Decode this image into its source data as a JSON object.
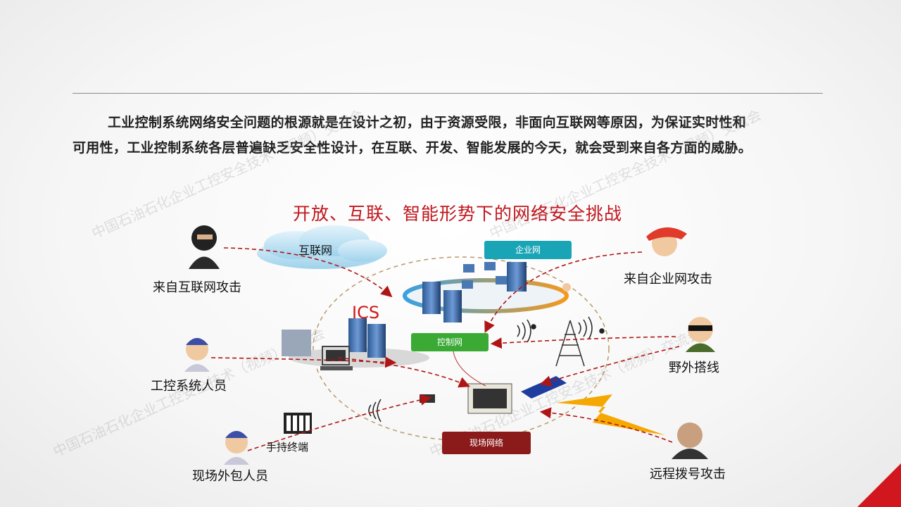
{
  "paragraph": {
    "line1": "工业控制系统网络安全问题的根源就是在设计之初，由于资源受限，非面向互联网等原因，为保证实时性和",
    "line2": "可用性，工业控制系统各层普遍缺乏安全性设计，在互联、开发、智能发展的今天，就会受到来自各方面的威胁。"
  },
  "diagram": {
    "title": "开放、互联、智能形势下的网络安全挑战",
    "cloud_label": "互联网",
    "ics_label": "ICS",
    "tags": {
      "enterprise": "企业网",
      "control": "控制网",
      "field": "现场网络"
    },
    "actors": {
      "internet_attack": "来自互联网攻击",
      "enterprise_attack": "来自企业网攻击",
      "field_wiring": "野外搭线",
      "ics_staff": "工控系统人员",
      "handheld": "手持终端",
      "outsourced": "现场外包人员",
      "remote_dial": "远程拨号攻击"
    }
  },
  "watermark": "中国石油石化企业工控安全技术（视频）交流会",
  "colors": {
    "accent": "#c0161d",
    "enterprise_tag": "#19a5b5",
    "control_tag": "#3aaa35",
    "field_tag": "#8b1a1a",
    "corner": "#d2161e"
  }
}
